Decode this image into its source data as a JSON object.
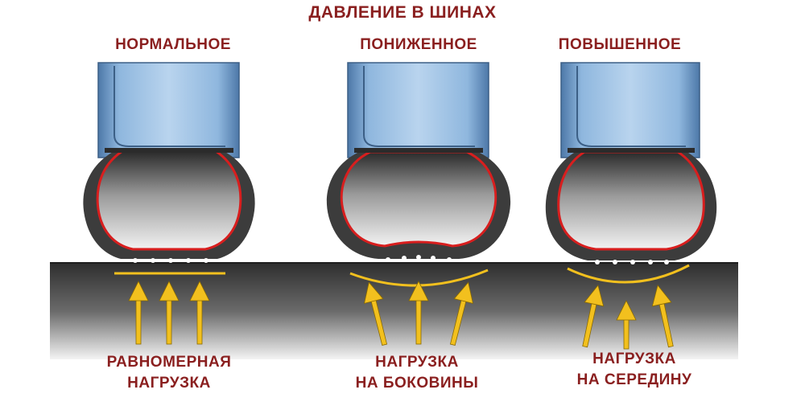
{
  "title": "ДАВЛЕНИЕ В ШИНАХ",
  "states": [
    {
      "label": "НОРМАЛЬНОЕ",
      "caption_line1": "РАВНОМЕРНАЯ",
      "caption_line2": "НАГРУЗКА"
    },
    {
      "label": "ПОНИЖЕННОЕ",
      "caption_line1": "НАГРУЗКА",
      "caption_line2": "НА БОКОВИНЫ"
    },
    {
      "label": "ПОВЫШЕННОЕ",
      "caption_line1": "НАГРУЗКА",
      "caption_line2": "НА СЕРЕДИНУ"
    }
  ],
  "colors": {
    "text": "#8a1f1f",
    "rim": "#6f9fd0",
    "tire": "#3c3c3c",
    "inner_liner": "#d81e1e",
    "arrow": "#f2c01e",
    "road": "#555555"
  }
}
